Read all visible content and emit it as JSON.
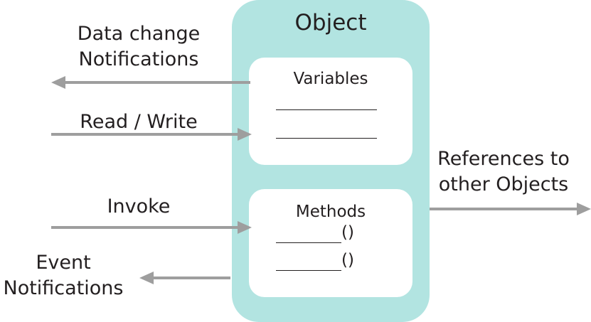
{
  "object": {
    "title": "Object",
    "variables": {
      "title": "Variables",
      "blank_line_count": 2
    },
    "methods": {
      "title": "Methods",
      "items": [
        {
          "name": "",
          "parens": "()"
        },
        {
          "name": "",
          "parens": "()"
        }
      ]
    }
  },
  "connections": {
    "data_change": {
      "line1": "Data change",
      "line2": "Notifications",
      "direction": "outgoing"
    },
    "read_write": {
      "label": "Read / Write",
      "direction": "incoming"
    },
    "invoke": {
      "label": "Invoke",
      "direction": "incoming"
    },
    "event": {
      "line1": "Event",
      "line2": "Notifications",
      "direction": "outgoing"
    },
    "references": {
      "line1": "References to",
      "line2": "other Objects",
      "direction": "outgoing"
    }
  },
  "colors": {
    "object_fill": "#b2e4e1",
    "panel_fill": "#ffffff",
    "arrow": "#9e9e9e",
    "text": "#231f20"
  }
}
